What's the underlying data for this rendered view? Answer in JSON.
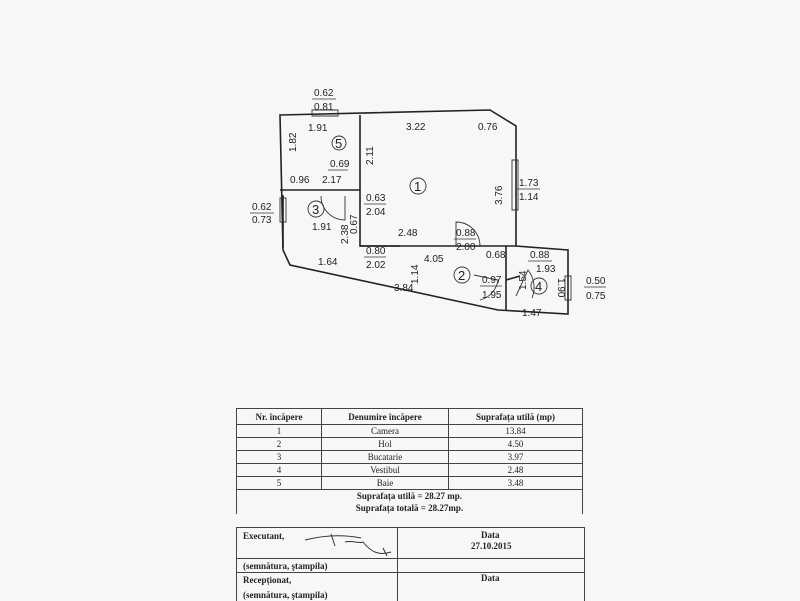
{
  "plan": {
    "room_numbers": [
      "1",
      "2",
      "3",
      "4",
      "5"
    ],
    "dimensions": {
      "d_062_top": "0.62",
      "d_081_top": "0.81",
      "d_191": "1.91",
      "d_182": "1.82",
      "d_069": "0.69",
      "d_096": "0.96",
      "d_217": "2.17",
      "d_211": "2.11",
      "d_322": "3.22",
      "d_076": "0.76",
      "d_376": "3.76",
      "d_173": "1.73",
      "d_114_right": "1.14",
      "d_062_left": "0.62",
      "d_073": "0.73",
      "d_191_r3": "1.91",
      "d_238": "2.38",
      "d_067": "0.67",
      "d_063": "0.63",
      "d_204": "2.04",
      "d_248": "2.48",
      "d_088": "0.88",
      "d_200": "2.00",
      "d_068": "0.68",
      "d_080": "0.80",
      "d_202": "2.02",
      "d_405": "4.05",
      "d_114_hall": "1.14",
      "d_164": "1.64",
      "d_384": "3.84",
      "d_097": "0.97",
      "d_195": "1.95",
      "d_088_r4": "0.88",
      "d_193": "1.93",
      "d_154": "1.54",
      "d_190": "1.90",
      "d_147": "1.47",
      "d_050": "0.50",
      "d_075": "0.75"
    }
  },
  "table": {
    "headers": [
      "Nr. încăpere",
      "Denumire încăpere",
      "Suprafața utilă (mp)"
    ],
    "rows": [
      {
        "nr": "1",
        "name": "Camera",
        "area": "13.84"
      },
      {
        "nr": "2",
        "name": "Hol",
        "area": "4.50"
      },
      {
        "nr": "3",
        "name": "Bucatarie",
        "area": "3.97"
      },
      {
        "nr": "4",
        "name": "Vestibul",
        "area": "2.48"
      },
      {
        "nr": "5",
        "name": "Baie",
        "area": "3.48"
      }
    ],
    "useful_area": "Suprafața utilă = 28.27 mp.",
    "total_area": "Suprafața totală = 28.27mp."
  },
  "signatures": {
    "executant_label": "Executant,",
    "date_label": "Data",
    "date_value": "27.10.2015",
    "sign_stamp_label": "(semnătura, ştampila)",
    "receptionat_label": "Recepționat,",
    "date_label_2": "Data",
    "sign_stamp_label_2": "(semnătura, ştampila)"
  }
}
